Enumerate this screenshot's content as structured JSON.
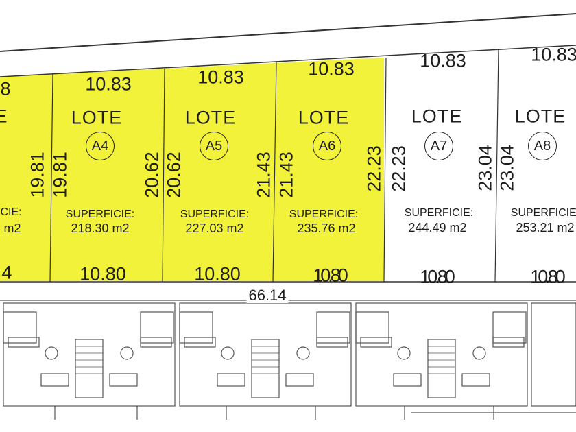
{
  "colors": {
    "sold": "#f3f23a",
    "line": "#333333",
    "plan": "#555555"
  },
  "partial_left": {
    "top": "8",
    "lote": "E",
    "sup": "CIE:",
    "area": "m2",
    "bottom": "4",
    "side_a": "19.81",
    "side_b": "19.81"
  },
  "lots": [
    {
      "id": "A4",
      "lote": "LOTE",
      "front": "10.83",
      "back": "10.80",
      "sup_label": "SUPERFICIE:",
      "area": "218.30 m2",
      "right_a": "20.62",
      "right_b": "20.62"
    },
    {
      "id": "A5",
      "lote": "LOTE",
      "front": "10.83",
      "back": "10.80",
      "sup_label": "SUPERFICIE:",
      "area": "227.03 m2",
      "right_a": "21.43",
      "right_b": "21.43"
    },
    {
      "id": "A6",
      "lote": "LOTE",
      "front": "10.83",
      "back": "10.80",
      "sup_label": "SUPERFICIE:",
      "area": "235.76 m2",
      "right_a": "22.23",
      "right_b": "22.23"
    },
    {
      "id": "A7",
      "lote": "LOTE",
      "front": "10.83",
      "back": "10.80",
      "sup_label": "SUPERFICIE:",
      "area": "244.49 m2",
      "right_a": "23.04",
      "right_b": "23.04"
    },
    {
      "id": "A8",
      "lote": "LOTE",
      "front": "10.83",
      "back": "10.80",
      "sup_label": "SUPERFICIE:",
      "area": "253.21 m2"
    }
  ],
  "building": {
    "total_length": "66.14"
  }
}
